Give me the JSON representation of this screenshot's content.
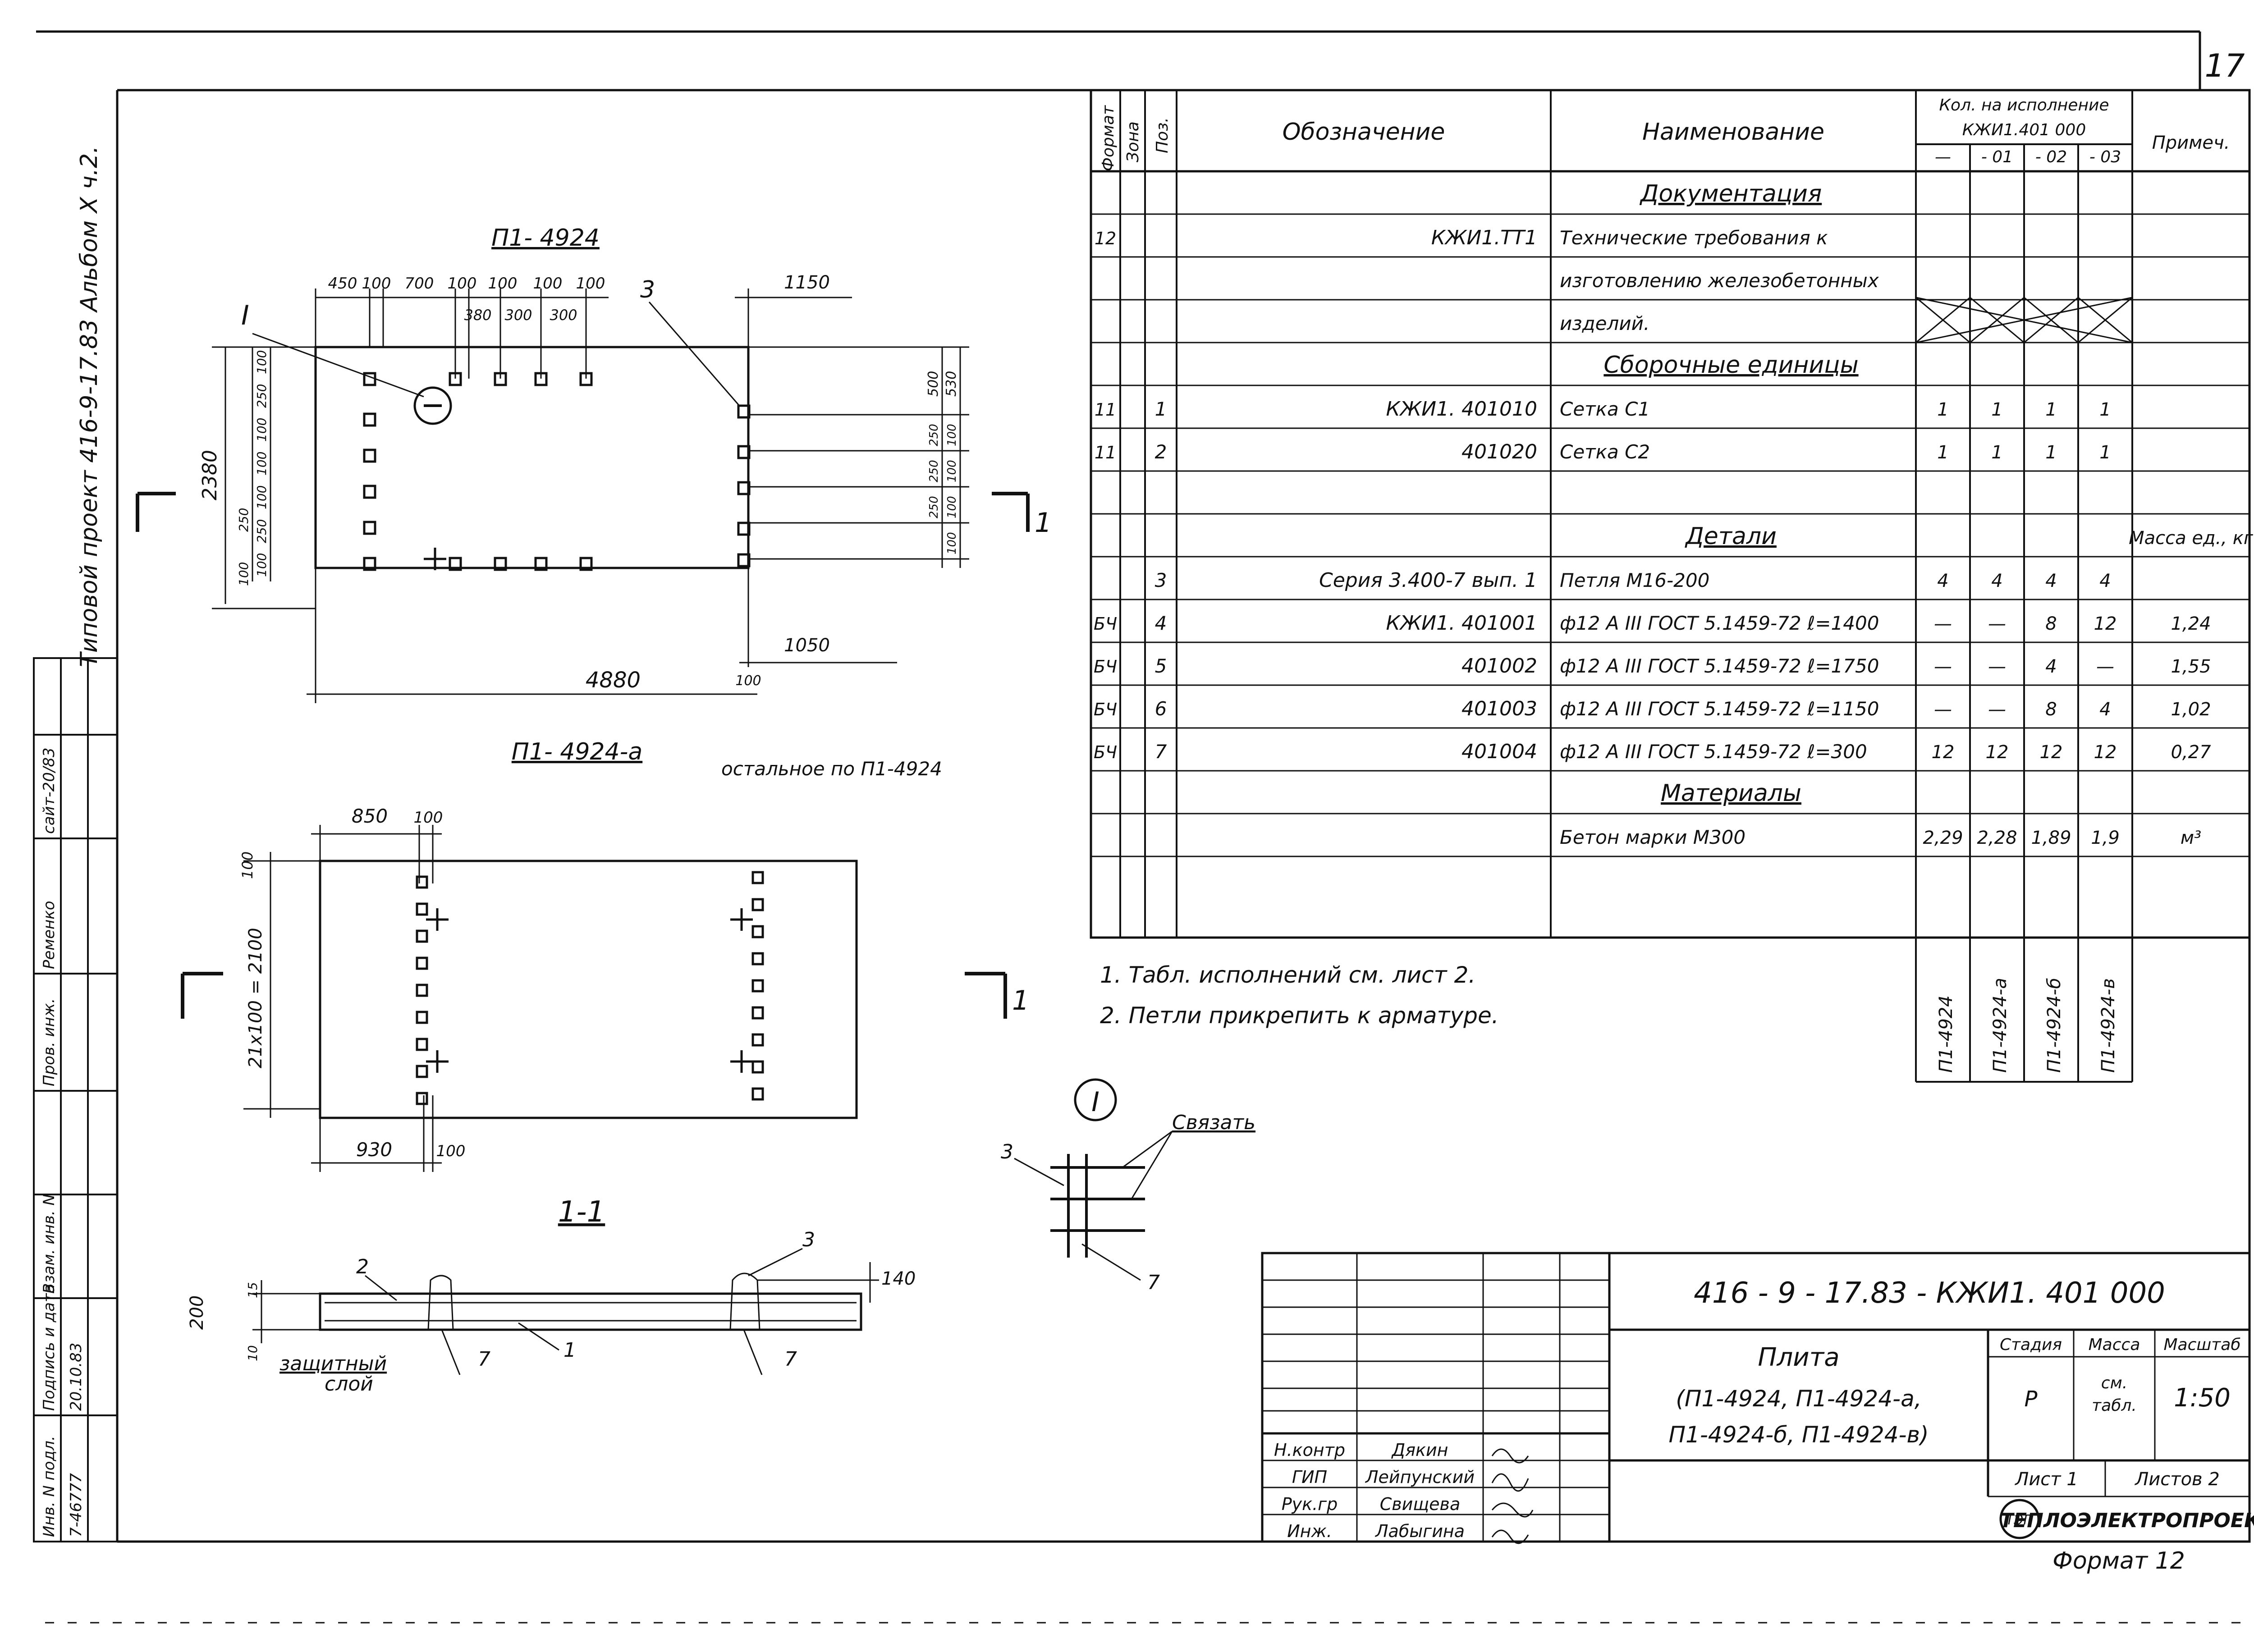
{
  "sheet": {
    "page_number": "17",
    "format": "Формат 12",
    "side_label": "Типовой проект 416-9-17.83 Альбом X ч.2."
  },
  "side_stamp": {
    "rows": [
      {
        "label": "Инв. N подл.",
        "value": "7-46777"
      },
      {
        "label": "Подпись и дата",
        "value": "20.10.83"
      },
      {
        "label": "Взам. инв. N",
        "value": ""
      },
      {
        "label": "Пров. инж.",
        "value": ""
      },
      {
        "label": "Ременко",
        "value": ""
      },
      {
        "label": "",
        "value": "сайт-20/83"
      }
    ]
  },
  "plan1": {
    "title": "П1- 4924",
    "top_dims": [
      "450",
      "100",
      "700",
      "100",
      "100",
      "100",
      "100"
    ],
    "top_dims2": [
      "380",
      "300",
      "300"
    ],
    "right_top_dim": "1150",
    "callout_I": "I",
    "callout_3": "3",
    "left_dims": [
      "100",
      "250",
      "100",
      "100",
      "100",
      "250",
      "100",
      "250",
      "100"
    ],
    "height_dim": "2380",
    "right_dims": [
      "500",
      "530"
    ],
    "right_dims2": [
      "250",
      "100",
      "100",
      "250",
      "100",
      "250",
      "100"
    ],
    "bottom_right_dims": [
      "1050",
      "100"
    ],
    "length_dim": "4880",
    "section_mark": "1"
  },
  "plan2": {
    "title": "П1- 4924-а",
    "note": "остальное по П1-4924",
    "top_dims": [
      "850",
      "100"
    ],
    "left_dims": [
      "100",
      "21х100 = 2100"
    ],
    "bottom_dims": [
      "930",
      "100"
    ],
    "section_mark": "1"
  },
  "section": {
    "title": "1-1",
    "labels": [
      "2",
      "3",
      "1",
      "7",
      "7"
    ],
    "dims": [
      "15",
      "200",
      "10",
      "140"
    ],
    "protect_label_1": "защитный",
    "protect_label_2": "слой"
  },
  "node": {
    "title": "I",
    "tie_label": "Связать",
    "labels": [
      "3",
      "7"
    ]
  },
  "spec": {
    "headers": {
      "format": "Формат",
      "zone": "Зона",
      "pos": "Поз.",
      "designation": "Обозначение",
      "name": "Наименование",
      "qty_title": "Кол. на исполнение",
      "qty_doc": "КЖИ1.401 000",
      "qty_cols": [
        "—",
        "- 01",
        "- 02",
        "- 03"
      ],
      "note": "Примеч."
    },
    "rows": [
      {
        "format": "",
        "pos": "",
        "designation": "",
        "name": "Документация",
        "q": [
          "",
          "",
          "",
          ""
        ],
        "note": "",
        "section": true
      },
      {
        "format": "12",
        "pos": "",
        "designation": "КЖИ1.ТТ1",
        "name": "Технические требования к",
        "q": [
          "",
          "",
          "",
          ""
        ],
        "note": ""
      },
      {
        "format": "",
        "pos": "",
        "designation": "",
        "name": "изготовлению железобетонных",
        "q": [
          "",
          "",
          "",
          ""
        ],
        "note": ""
      },
      {
        "format": "",
        "pos": "",
        "designation": "",
        "name": "изделий.",
        "q": [
          "",
          "",
          "",
          ""
        ],
        "note": ""
      },
      {
        "format": "",
        "pos": "",
        "designation": "",
        "name": "Сборочные единицы",
        "q": [
          "",
          "",
          "",
          ""
        ],
        "note": "",
        "section": true
      },
      {
        "format": "11",
        "pos": "1",
        "designation": "КЖИ1. 401010",
        "name": "Сетка С1",
        "q": [
          "1",
          "1",
          "1",
          "1"
        ],
        "note": ""
      },
      {
        "format": "11",
        "pos": "2",
        "designation": "401020",
        "name": "Сетка С2",
        "q": [
          "1",
          "1",
          "1",
          "1"
        ],
        "note": ""
      },
      {
        "format": "",
        "pos": "",
        "designation": "",
        "name": "",
        "q": [
          "",
          "",
          "",
          ""
        ],
        "note": ""
      },
      {
        "format": "",
        "pos": "",
        "designation": "",
        "name": "Детали",
        "q": [
          "",
          "",
          "",
          ""
        ],
        "note": "Масса ед., кг",
        "section": true
      },
      {
        "format": "",
        "pos": "3",
        "designation": "Серия 3.400-7 вып. 1",
        "name": "Петля М16-200",
        "q": [
          "4",
          "4",
          "4",
          "4"
        ],
        "note": ""
      },
      {
        "format": "БЧ",
        "pos": "4",
        "designation": "КЖИ1. 401001",
        "name": "ф12 А III ГОСТ 5.1459-72 ℓ=1400",
        "q": [
          "—",
          "—",
          "8",
          "12"
        ],
        "note": "1,24"
      },
      {
        "format": "БЧ",
        "pos": "5",
        "designation": "401002",
        "name": "ф12 А III ГОСТ 5.1459-72 ℓ=1750",
        "q": [
          "—",
          "—",
          "4",
          "—"
        ],
        "note": "1,55"
      },
      {
        "format": "БЧ",
        "pos": "6",
        "designation": "401003",
        "name": "ф12 А III ГОСТ 5.1459-72 ℓ=1150",
        "q": [
          "—",
          "—",
          "8",
          "4"
        ],
        "note": "1,02"
      },
      {
        "format": "БЧ",
        "pos": "7",
        "designation": "401004",
        "name": "ф12 А III ГОСТ 5.1459-72 ℓ=300",
        "q": [
          "12",
          "12",
          "12",
          "12"
        ],
        "note": "0,27"
      },
      {
        "format": "",
        "pos": "",
        "designation": "",
        "name": "Материалы",
        "q": [
          "",
          "",
          "",
          ""
        ],
        "note": "",
        "section": true
      },
      {
        "format": "",
        "pos": "",
        "designation": "",
        "name": "Бетон марки М300",
        "q": [
          "2,29",
          "2,28",
          "1,89",
          "1,9"
        ],
        "note": "м³"
      }
    ],
    "variants": [
      "П1-4924",
      "П1-4924-а",
      "П1-4924-б",
      "П1-4924-в"
    ]
  },
  "notes": [
    "1. Табл. исполнений см. лист 2.",
    "2. Петли прикрепить к арматуре."
  ],
  "title_block": {
    "code": "416 - 9 - 17.83 - КЖИ1. 401 000",
    "name": "Плита",
    "variants_line1": "(П1-4924, П1-4924-а,",
    "variants_line2": "П1-4924-б, П1-4924-в)",
    "stage_label": "Стадия",
    "mass_label": "Масса",
    "scale_label": "Масштаб",
    "stage": "Р",
    "mass_1": "см.",
    "mass_2": "табл.",
    "scale": "1:50",
    "sheet_label": "Лист 1",
    "sheets_label": "Листов 2",
    "company": "ТЕПЛОЭЛЕКТРОПРОЕКТ",
    "logo_letters": "ТЭП",
    "staff": [
      {
        "role": "Н.контр",
        "name": "Дякин"
      },
      {
        "role": "ГИП",
        "name": "Лейпунский"
      },
      {
        "role": "Рук.гр",
        "name": "Свищева"
      },
      {
        "role": "Инж.",
        "name": "Лабыгина"
      }
    ]
  }
}
